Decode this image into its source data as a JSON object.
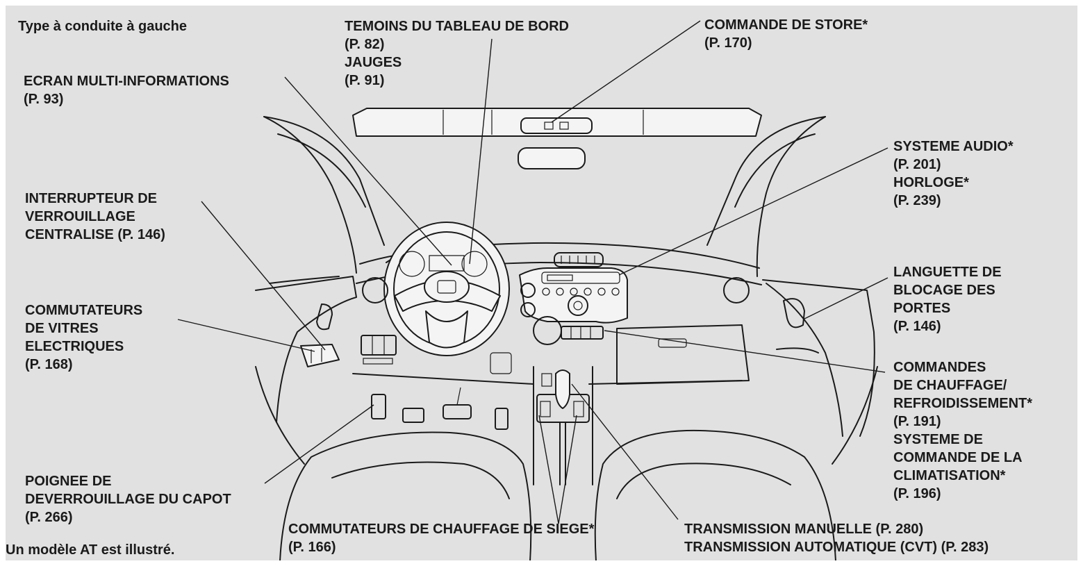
{
  "notes": {
    "drive_type": "Type à conduite à gauche",
    "model_note": "Un modèle AT est illustré."
  },
  "labels": {
    "dashboard_indicators": [
      "TEMOINS DU TABLEAU DE BORD",
      "(P. 82)",
      "JAUGES",
      "(P. 91)"
    ],
    "sunshade_control": [
      "COMMANDE DE STORE*",
      "(P. 170)"
    ],
    "multi_info_display": [
      "ECRAN MULTI-INFORMATIONS",
      "(P. 93)"
    ],
    "audio_system": [
      "SYSTEME AUDIO*",
      "(P. 201)",
      "HORLOGE*",
      "(P. 239)"
    ],
    "door_lock_switch": [
      "INTERRUPTEUR DE",
      "VERROUILLAGE",
      "CENTRALISE (P. 146)"
    ],
    "door_lock_tab": [
      "LANGUETTE DE",
      "BLOCAGE DES",
      "PORTES",
      "(P. 146)"
    ],
    "power_window_switches": [
      "COMMUTATEURS",
      "DE VITRES",
      "ELECTRIQUES",
      "(P. 168)"
    ],
    "climate_controls": [
      "COMMANDES",
      "DE CHAUFFAGE/",
      "REFROIDISSEMENT*",
      "(P. 191)",
      "SYSTEME DE",
      "COMMANDE DE LA",
      "CLIMATISATION*",
      "(P. 196)"
    ],
    "hood_release": [
      "POIGNEE DE",
      "DEVERROUILLAGE DU CAPOT",
      "(P. 266)"
    ],
    "seat_heater_switches": [
      "COMMUTATEURS DE CHAUFFAGE DE SIEGE*",
      "(P. 166)"
    ],
    "transmission": [
      "TRANSMISSION MANUELLE (P. 280)",
      "TRANSMISSION AUTOMATIQUE (CVT) (P. 283)"
    ]
  }
}
